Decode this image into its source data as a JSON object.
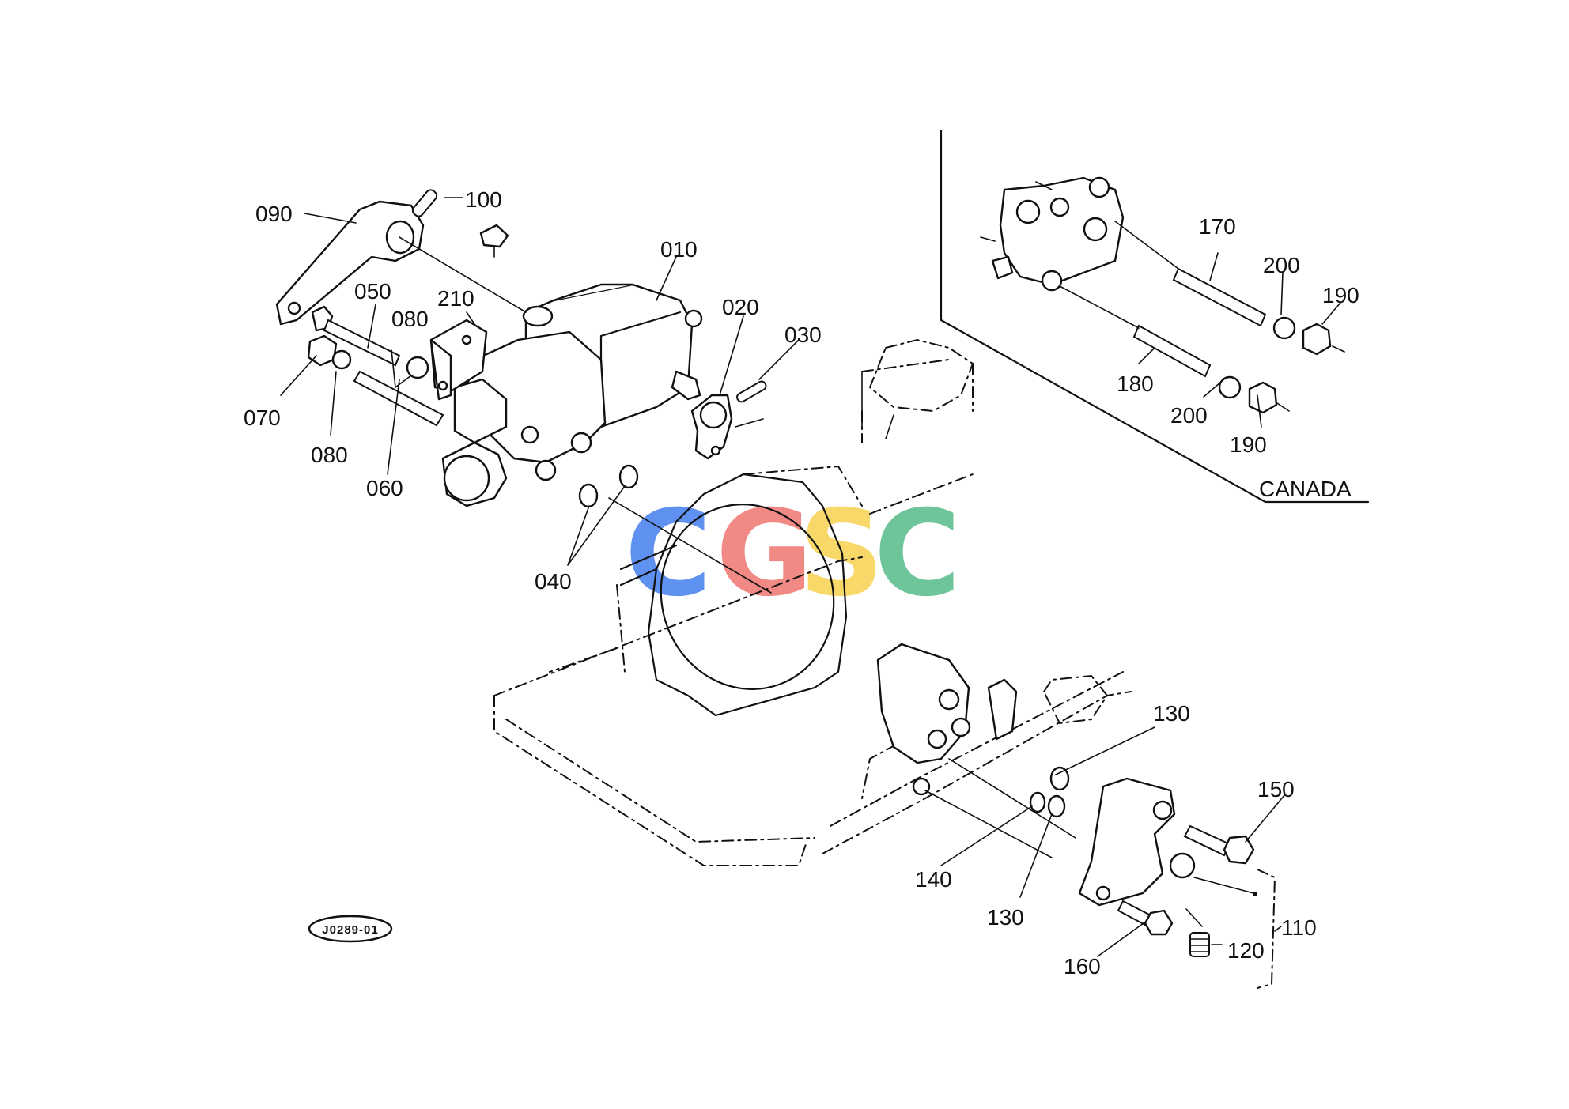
{
  "diagram": {
    "region_label": "CANADA",
    "figure_code": "J0289-01",
    "watermark": {
      "text": [
        "C",
        "G",
        "S",
        "C"
      ],
      "colors": [
        "#4e86f0",
        "#f07d78",
        "#f8d458",
        "#5fbf8f"
      ]
    },
    "callouts": {
      "c010": "010",
      "c020": "020",
      "c030": "030",
      "c040": "040",
      "c050": "050",
      "c060": "060",
      "c070": "070",
      "c080a": "080",
      "c080b": "080",
      "c090": "090",
      "c100": "100",
      "c110": "110",
      "c120": "120",
      "c130a": "130",
      "c130b": "130",
      "c140": "140",
      "c150": "150",
      "c160": "160",
      "c170": "170",
      "c180": "180",
      "c190a": "190",
      "c190b": "190",
      "c200a": "200",
      "c200b": "200",
      "c210": "210"
    }
  }
}
